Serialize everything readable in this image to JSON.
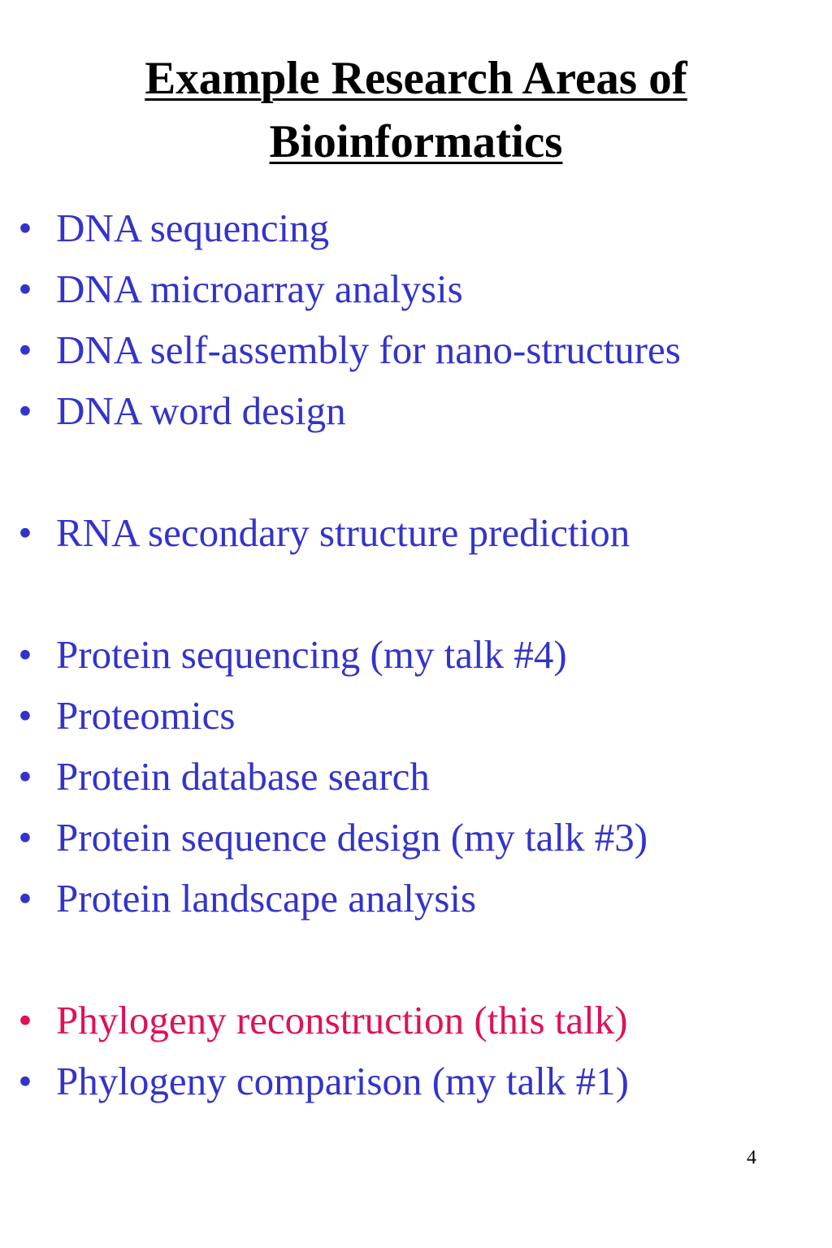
{
  "slide": {
    "title_line1": "Example Research Areas of",
    "title_line2": "Bioinformatics",
    "bullet_glyph": "•",
    "page_number": "4",
    "colors": {
      "title": "#000000",
      "item": "#3333cc",
      "highlight": "#e0105a"
    },
    "items": [
      {
        "text": "DNA sequencing",
        "highlight": false
      },
      {
        "text": "DNA microarray analysis",
        "highlight": false
      },
      {
        "text": "DNA self-assembly for nano-structures",
        "highlight": false
      },
      {
        "text": "DNA word design",
        "highlight": false
      },
      {
        "text": "RNA secondary structure  prediction",
        "highlight": false
      },
      {
        "text": "Protein sequencing (my talk #4)",
        "highlight": false
      },
      {
        "text": "Proteomics",
        "highlight": false
      },
      {
        "text": "Protein database search",
        "highlight": false
      },
      {
        "text": "Protein sequence design (my talk #3)",
        "highlight": false
      },
      {
        "text": "Protein landscape analysis",
        "highlight": false
      },
      {
        "text": "Phylogeny reconstruction (this talk)",
        "highlight": true
      },
      {
        "text": "Phylogeny comparison (my talk #1)",
        "highlight": false
      }
    ]
  }
}
